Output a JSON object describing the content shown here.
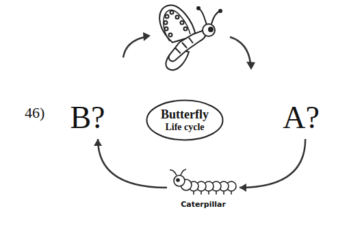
{
  "diagram": {
    "nodes": [
      {
        "text": [
          "B?"
        ]
      },
      {
        "text": [
          "Butterfly",
          "Life cycle"
        ]
      },
      {
        "text": [
          "A?"
        ]
      },
      {
        "text": [
          "Caterpillar"
        ]
      }
    ],
    "edges": [
      {
        "from": 2,
        "to": 3,
        "arrow": "to"
      },
      {
        "from": 3,
        "to": 0,
        "arrow": "to"
      }
    ],
    "labels": [
      "46)"
    ]
  }
}
